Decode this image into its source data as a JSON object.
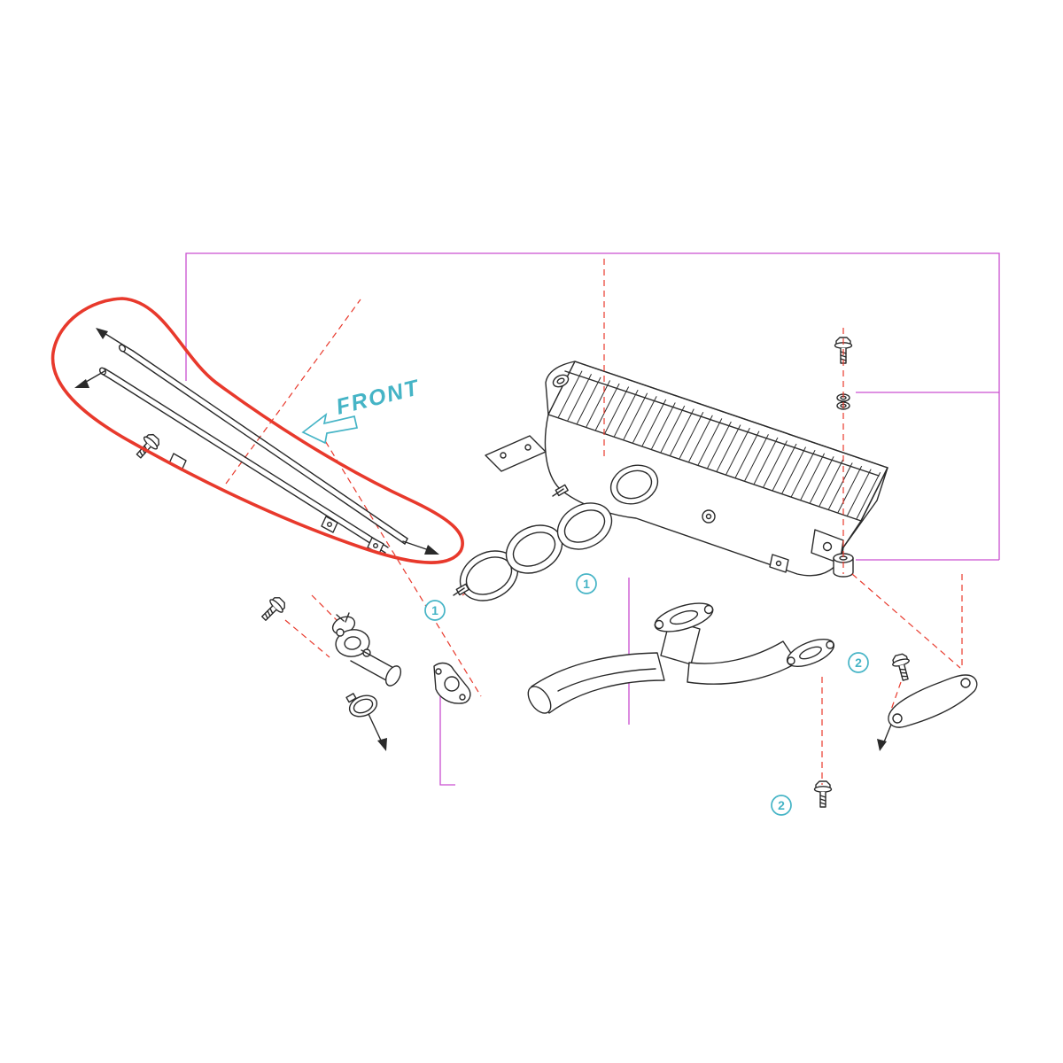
{
  "labels": {
    "front": "FRONT"
  },
  "callouts": [
    {
      "label": "1"
    },
    {
      "label": "1"
    },
    {
      "label": "2"
    },
    {
      "label": "2"
    }
  ],
  "colors": {
    "line": "#2a2a2a",
    "highlight_red": "#e8392c",
    "leader_magenta": "#c94fd0",
    "accent_cyan": "#45b4c6",
    "background": "#ffffff"
  }
}
